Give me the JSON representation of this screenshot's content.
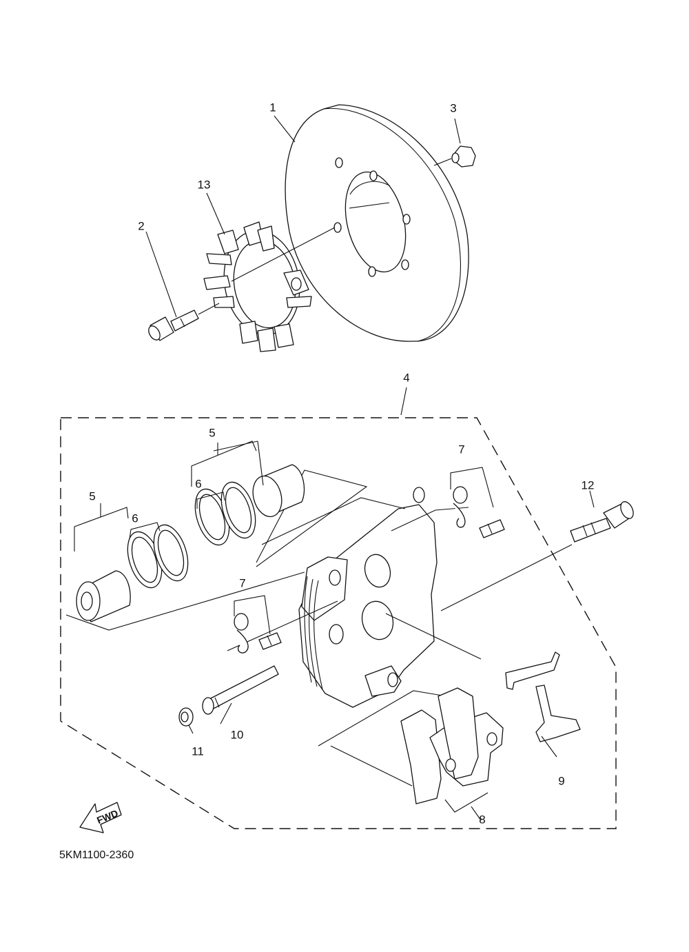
{
  "diagram": {
    "callouts": {
      "c1": "1",
      "c2": "2",
      "c3": "3",
      "c4": "4",
      "c5a": "5",
      "c5b": "5",
      "c6a": "6",
      "c6b": "6",
      "c7a": "7",
      "c7b": "7",
      "c8": "8",
      "c9": "9",
      "c10": "10",
      "c11": "11",
      "c12": "12",
      "c13": "13"
    },
    "fwd_label": "FWD",
    "drawing_code": "5KM1100-2360"
  }
}
